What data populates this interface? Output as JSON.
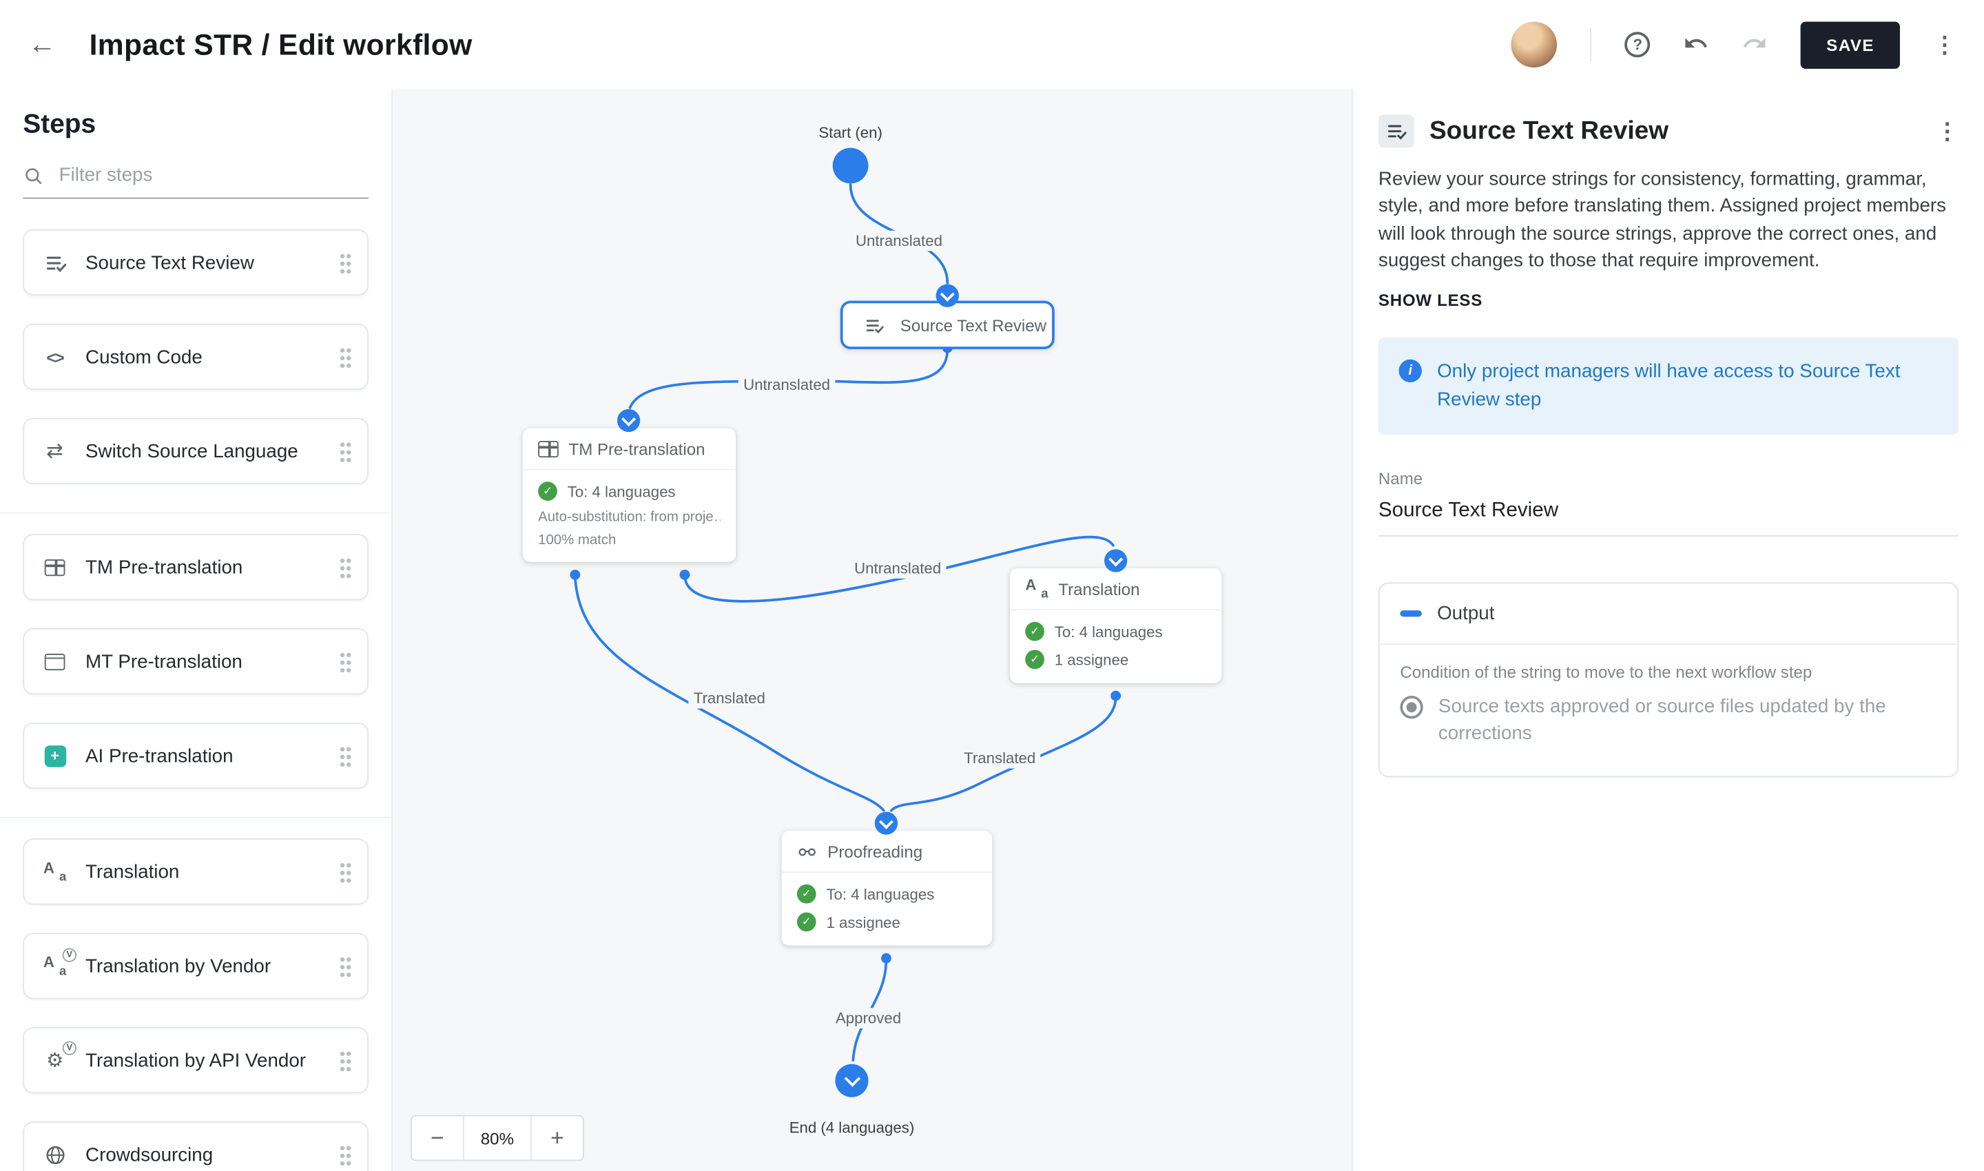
{
  "header": {
    "title": "Impact STR / Edit workflow",
    "save": "SAVE"
  },
  "sidebar": {
    "title": "Steps",
    "filter_placeholder": "Filter steps",
    "groups": [
      {
        "items": [
          {
            "label": "Source Text Review",
            "icon": "source-text-review-icon"
          },
          {
            "label": "Custom Code",
            "icon": "custom-code-icon"
          },
          {
            "label": "Switch Source Language",
            "icon": "switch-source-language-icon"
          }
        ]
      },
      {
        "items": [
          {
            "label": "TM Pre-translation",
            "icon": "tm-pre-translation-icon"
          },
          {
            "label": "MT Pre-translation",
            "icon": "mt-pre-translation-icon"
          },
          {
            "label": "AI Pre-translation",
            "icon": "ai-pre-translation-icon"
          }
        ]
      },
      {
        "items": [
          {
            "label": "Translation",
            "icon": "translation-icon"
          },
          {
            "label": "Translation by Vendor",
            "icon": "translation-by-vendor-icon"
          },
          {
            "label": "Translation by API Vendor",
            "icon": "translation-by-api-vendor-icon"
          },
          {
            "label": "Crowdsourcing",
            "icon": "crowdsourcing-icon"
          }
        ]
      }
    ]
  },
  "canvas": {
    "start_label": "Start (en)",
    "end_label": "End (4 languages)",
    "zoom": {
      "out": "−",
      "level": "80%",
      "in": "+"
    },
    "edges": {
      "start_to_review": "Untranslated",
      "review_to_tm": "Untranslated",
      "tm_to_translation": "Untranslated",
      "tm_to_proofreading": "Translated",
      "translation_to_proofreading": "Translated",
      "proofreading_to_end": "Approved"
    },
    "nodes": {
      "review": {
        "title": "Source Text Review"
      },
      "tm": {
        "title": "TM Pre-translation",
        "row1": "To: 4 languages",
        "row2": "Auto-substitution: from proje…",
        "row3": "100% match"
      },
      "translation": {
        "title": "Translation",
        "row1": "To: 4 languages",
        "row2": "1 assignee"
      },
      "proofreading": {
        "title": "Proofreading",
        "row1": "To: 4 languages",
        "row2": "1 assignee"
      }
    }
  },
  "panel": {
    "title": "Source Text Review",
    "description": "Review your source strings for consistency, formatting, grammar, style, and more before translating them. Assigned project members will look through the source strings, approve the correct ones, and suggest changes to those that require improvement.",
    "show_less": "SHOW LESS",
    "notice": "Only project managers will have access to Source Text Review step",
    "name_label": "Name",
    "name_value": "Source Text Review",
    "output": {
      "title": "Output",
      "condition_label": "Condition of the string to move to the next workflow step",
      "condition_value": "Source texts approved or source files updated by the corrections"
    }
  },
  "icons": {
    "back": "←",
    "help": "?",
    "kebab": "⋮",
    "check": "✓",
    "info": "i",
    "custom_code": "<>",
    "switch": "⇄",
    "ai_plus": "+",
    "gear": "⚙",
    "translate_a": "A",
    "translate_b": "a",
    "vendor_badge": "V"
  },
  "colors": {
    "accent": "#2b7de9",
    "success": "#43a047",
    "save_button_bg": "#1a1f29",
    "notice_bg": "#e7f2fb",
    "notice_text": "#1f78c1",
    "canvas_bg": "#f5f7f8"
  }
}
